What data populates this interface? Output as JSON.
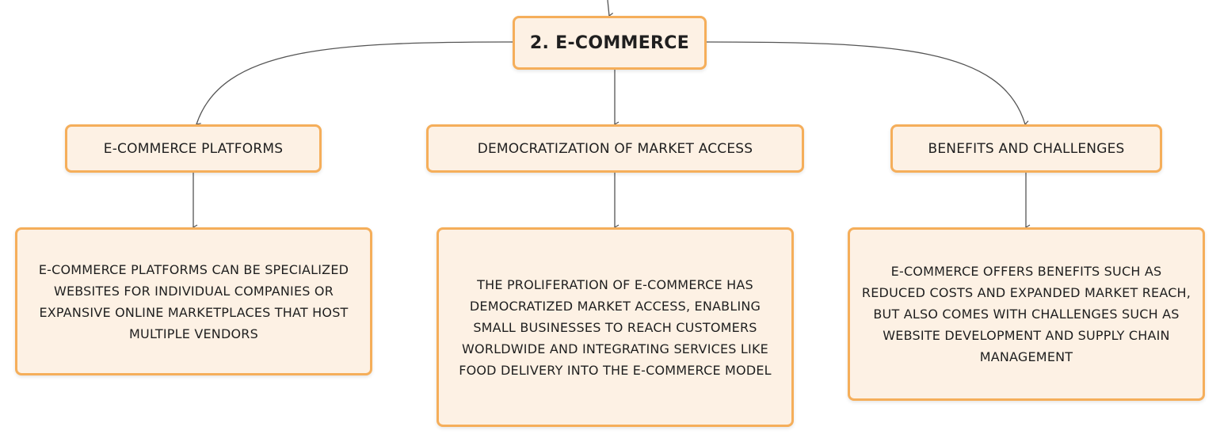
{
  "colors": {
    "node_border": "#f5ae5a",
    "node_fill": "#fdf1e4",
    "connector": "#555555",
    "text": "#1f1f1f"
  },
  "root": {
    "label": "2. E-COMMERCE"
  },
  "topics": [
    {
      "label": "E-COMMERCE PLATFORMS",
      "detail": "E-COMMERCE PLATFORMS CAN BE SPECIALIZED WEBSITES FOR INDIVIDUAL COMPANIES OR EXPANSIVE ONLINE MARKETPLACES THAT HOST MULTIPLE VENDORS"
    },
    {
      "label": "DEMOCRATIZATION OF MARKET ACCESS",
      "detail": "THE PROLIFERATION OF E-COMMERCE HAS DEMOCRATIZED MARKET ACCESS, ENABLING SMALL BUSINESSES TO REACH CUSTOMERS WORLDWIDE AND INTEGRATING SERVICES LIKE FOOD DELIVERY INTO THE E-COMMERCE MODEL"
    },
    {
      "label": "BENEFITS AND CHALLENGES",
      "detail": "E-COMMERCE OFFERS BENEFITS SUCH AS REDUCED COSTS AND EXPANDED MARKET REACH, BUT ALSO COMES WITH CHALLENGES SUCH AS WEBSITE DEVELOPMENT AND SUPPLY CHAIN MANAGEMENT"
    }
  ]
}
